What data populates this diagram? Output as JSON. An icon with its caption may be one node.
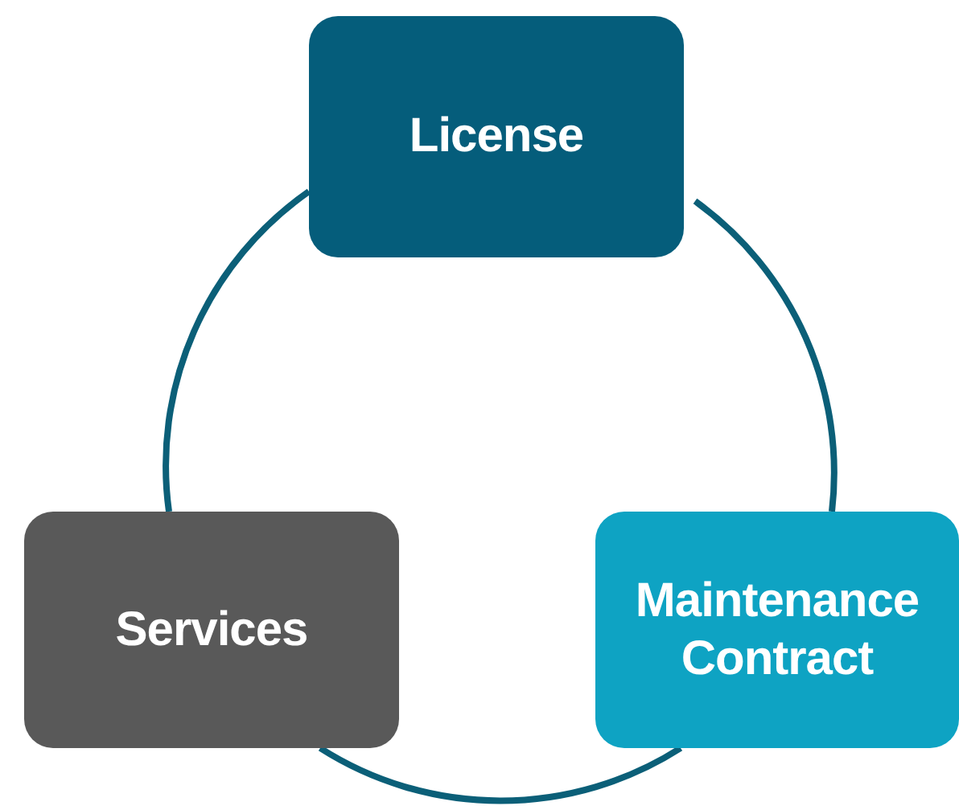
{
  "diagram": {
    "nodes": [
      {
        "text": [
          "License"
        ]
      },
      {
        "text": [
          "Maintenance Contract"
        ]
      },
      {
        "text": [
          "Services"
        ]
      }
    ],
    "edges": [
      {
        "from": 0,
        "to": 1,
        "arrow": "none"
      },
      {
        "from": 1,
        "to": 2,
        "arrow": "none"
      },
      {
        "from": 2,
        "to": 0,
        "arrow": "none"
      }
    ]
  }
}
